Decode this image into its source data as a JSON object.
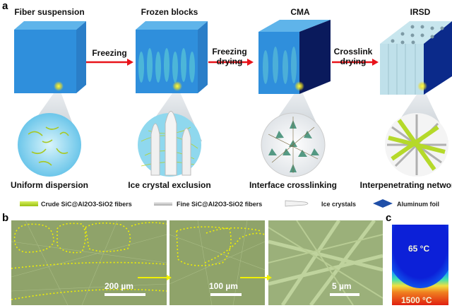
{
  "panels": {
    "a": "a",
    "b": "b",
    "c": "c"
  },
  "stages": [
    {
      "title": "Fiber suspension",
      "caption": "Uniform dispersion"
    },
    {
      "title": "Frozen blocks",
      "caption": "Ice crystal exclusion"
    },
    {
      "title": "CMA",
      "caption": "Interface crosslinking"
    },
    {
      "title": "IRSD",
      "caption": "Interpenetrating network"
    }
  ],
  "arrows": [
    {
      "line1": "Freezing",
      "line2": ""
    },
    {
      "line1": "Freezing",
      "line2": "drying"
    },
    {
      "line1": "Crosslink",
      "line2": "drying"
    }
  ],
  "legend": [
    {
      "label": "Crude SiC@Al2O3-SiO2 fibers",
      "color": "#b5d92a"
    },
    {
      "label": "Fine SiC@Al2O3-SiO2 fibers",
      "color": "#cccccc"
    },
    {
      "label": "Ice crystals",
      "color": "#eeeeee"
    },
    {
      "label": "Aluminum foil",
      "color": "#1f4fa8"
    }
  ],
  "sem_images": [
    {
      "scale_bar": "200 µm"
    },
    {
      "scale_bar": "100 µm"
    },
    {
      "scale_bar": "5 µm"
    }
  ],
  "thermal": {
    "top_temp": "65 °C",
    "bottom_temp": "1500 °C"
  },
  "colors": {
    "arrow": "#e8131a",
    "cube": "#2f8fdc",
    "outline": "#f3f000"
  }
}
